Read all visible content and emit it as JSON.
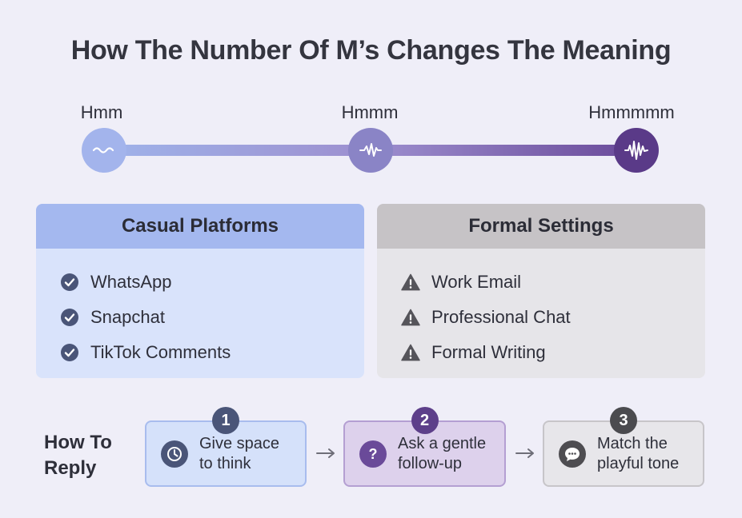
{
  "title": "How The Number Of M’s Changes The Meaning",
  "scale": {
    "labels": [
      "Hmm",
      "Hmmm",
      "Hmmmmm"
    ],
    "icons": [
      "low-wave-icon",
      "medium-wave-icon",
      "high-wave-icon"
    ]
  },
  "panels": {
    "casual": {
      "heading": "Casual Platforms",
      "icon": "check-circle-icon",
      "items": [
        "WhatsApp",
        "Snapchat",
        "TikTok Comments"
      ],
      "color": "#a4b8ef"
    },
    "formal": {
      "heading": "Formal Settings",
      "icon": "warning-triangle-icon",
      "items": [
        "Work Email",
        "Professional Chat",
        "Formal Writing"
      ],
      "color": "#c6c3c6"
    }
  },
  "reply": {
    "label": "How To\nReply",
    "steps": [
      {
        "number": "1",
        "text": "Give space\nto think",
        "icon": "clock-icon"
      },
      {
        "number": "2",
        "text": "Ask a gentle\nfollow-up",
        "icon": "question-icon"
      },
      {
        "number": "3",
        "text": "Match the\nplayful tone",
        "icon": "chat-bubble-icon"
      }
    ]
  }
}
